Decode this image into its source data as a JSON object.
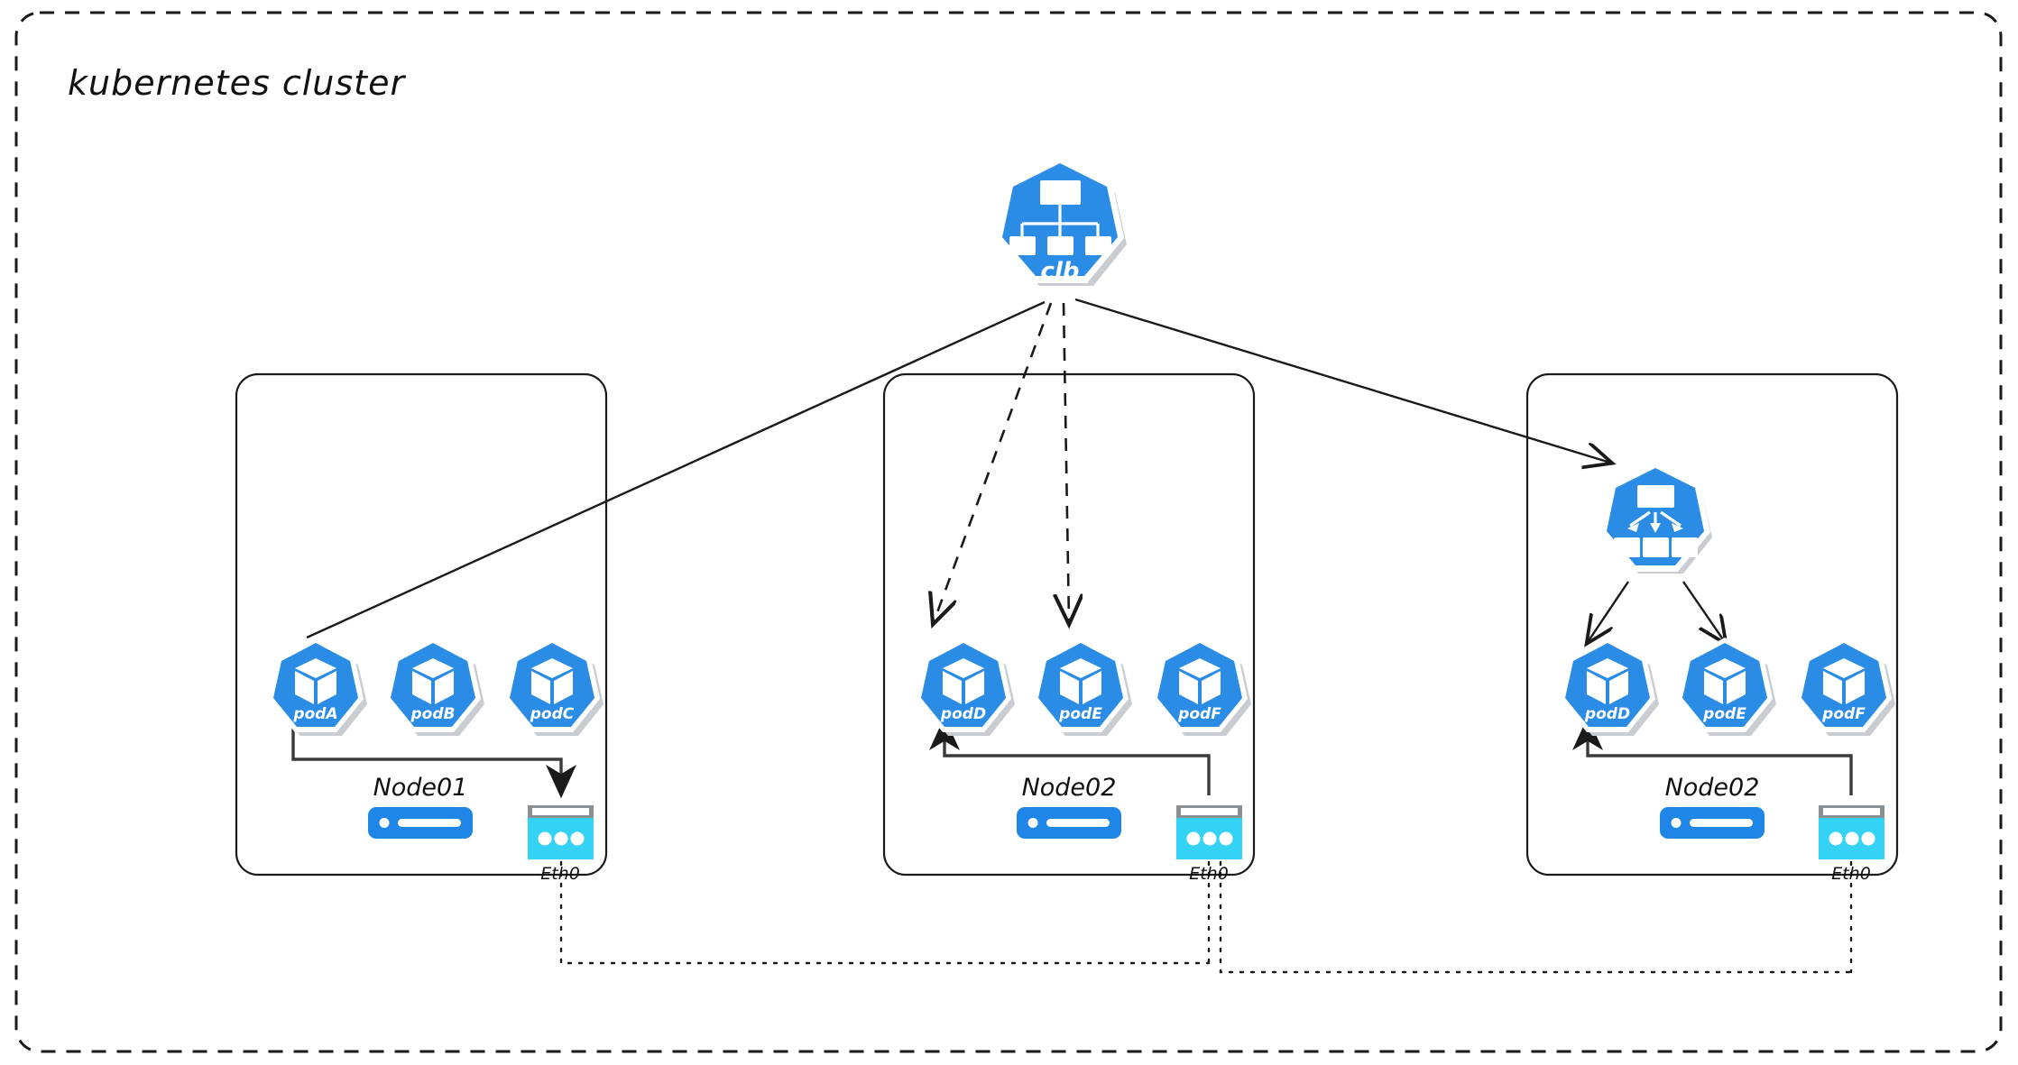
{
  "diagram": {
    "title": "kubernetes cluster",
    "type": "kubernetes-architecture-diagram",
    "colors": {
      "icon_blue": "#2b8ce5",
      "server_blue": "#1f86e8",
      "nic_cyan": "#34d2f5",
      "nic_top_gray": "#8a8f94",
      "stroke_black": "#1a1a1a",
      "background": "#ffffff"
    }
  },
  "top_loadbalancer": {
    "label": "clb",
    "icon": "clb-hierarchy-icon"
  },
  "nodes": [
    {
      "label": "Node01",
      "eth_label": "Eth0",
      "server_icon": "server-icon",
      "nic_icon": "network-card-icon",
      "pods": [
        {
          "label": "podA",
          "icon": "pod-cube-icon"
        },
        {
          "label": "podB",
          "icon": "pod-cube-icon"
        },
        {
          "label": "podC",
          "icon": "pod-cube-icon"
        }
      ]
    },
    {
      "label": "Node02",
      "eth_label": "Eth0",
      "server_icon": "server-icon",
      "nic_icon": "network-card-icon",
      "pods": [
        {
          "label": "podD",
          "icon": "pod-cube-icon"
        },
        {
          "label": "podE",
          "icon": "pod-cube-icon"
        },
        {
          "label": "podF",
          "icon": "pod-cube-icon"
        }
      ]
    },
    {
      "label": "Node02",
      "eth_label": "Eth0",
      "server_icon": "server-icon",
      "nic_icon": "network-card-icon",
      "service": {
        "label": "",
        "icon": "service-fanout-icon"
      },
      "pods": [
        {
          "label": "podD",
          "icon": "pod-cube-icon"
        },
        {
          "label": "podE",
          "icon": "pod-cube-icon"
        },
        {
          "label": "podF",
          "icon": "pod-cube-icon"
        }
      ]
    }
  ],
  "connections": [
    {
      "from": "clb",
      "to": "node1-podA",
      "style": "solid",
      "arrow": false
    },
    {
      "from": "clb",
      "to": "node2-podD",
      "style": "dashed",
      "arrow": true
    },
    {
      "from": "clb",
      "to": "node2-podE",
      "style": "dashed",
      "arrow": true
    },
    {
      "from": "clb",
      "to": "node3-service",
      "style": "solid",
      "arrow": true
    },
    {
      "from": "node3-service",
      "to": "node3-podD",
      "style": "solid",
      "arrow": true
    },
    {
      "from": "node3-service",
      "to": "node3-podE",
      "style": "solid",
      "arrow": true
    },
    {
      "from": "node1-podA",
      "to": "node1-eth0",
      "style": "elbow",
      "arrow": true
    },
    {
      "from": "node2-eth0",
      "to": "node2-podD",
      "style": "elbow",
      "arrow": true
    },
    {
      "from": "node3-eth0",
      "to": "node3-podD",
      "style": "elbow",
      "arrow": true
    },
    {
      "from": "node1-eth0",
      "to": "network-bus",
      "style": "dotted",
      "arrow": false
    },
    {
      "from": "node2-eth0",
      "to": "network-bus",
      "style": "dotted",
      "arrow": false
    },
    {
      "from": "node3-eth0",
      "to": "network-bus",
      "style": "dotted",
      "arrow": false
    }
  ]
}
